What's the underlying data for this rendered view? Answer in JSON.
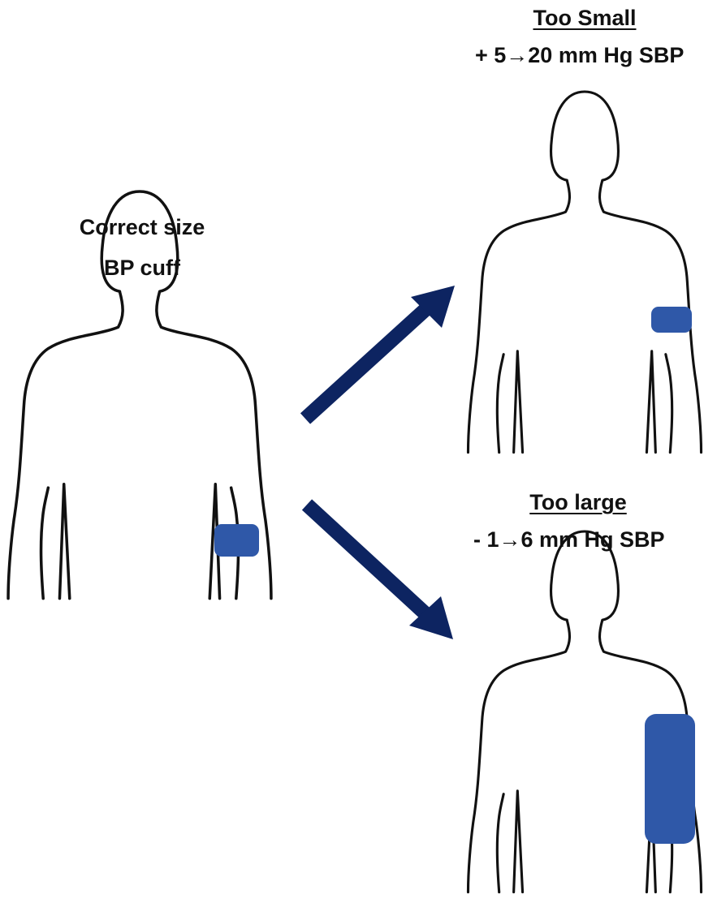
{
  "correct": {
    "title": "Correct size",
    "subtitle": "BP cuff"
  },
  "too_small": {
    "title": "Too Small",
    "effect": "+ 5→20 mm Hg SBP"
  },
  "too_large": {
    "title": "Too large",
    "effect": "- 1→6 mm Hg SBP"
  },
  "colors": {
    "outline": "#111111",
    "cuff": "#2f58a8",
    "arrow": "#0d2461",
    "background": "#ffffff"
  },
  "icons": [
    "person-silhouette",
    "bp-cuff",
    "arrow"
  ]
}
